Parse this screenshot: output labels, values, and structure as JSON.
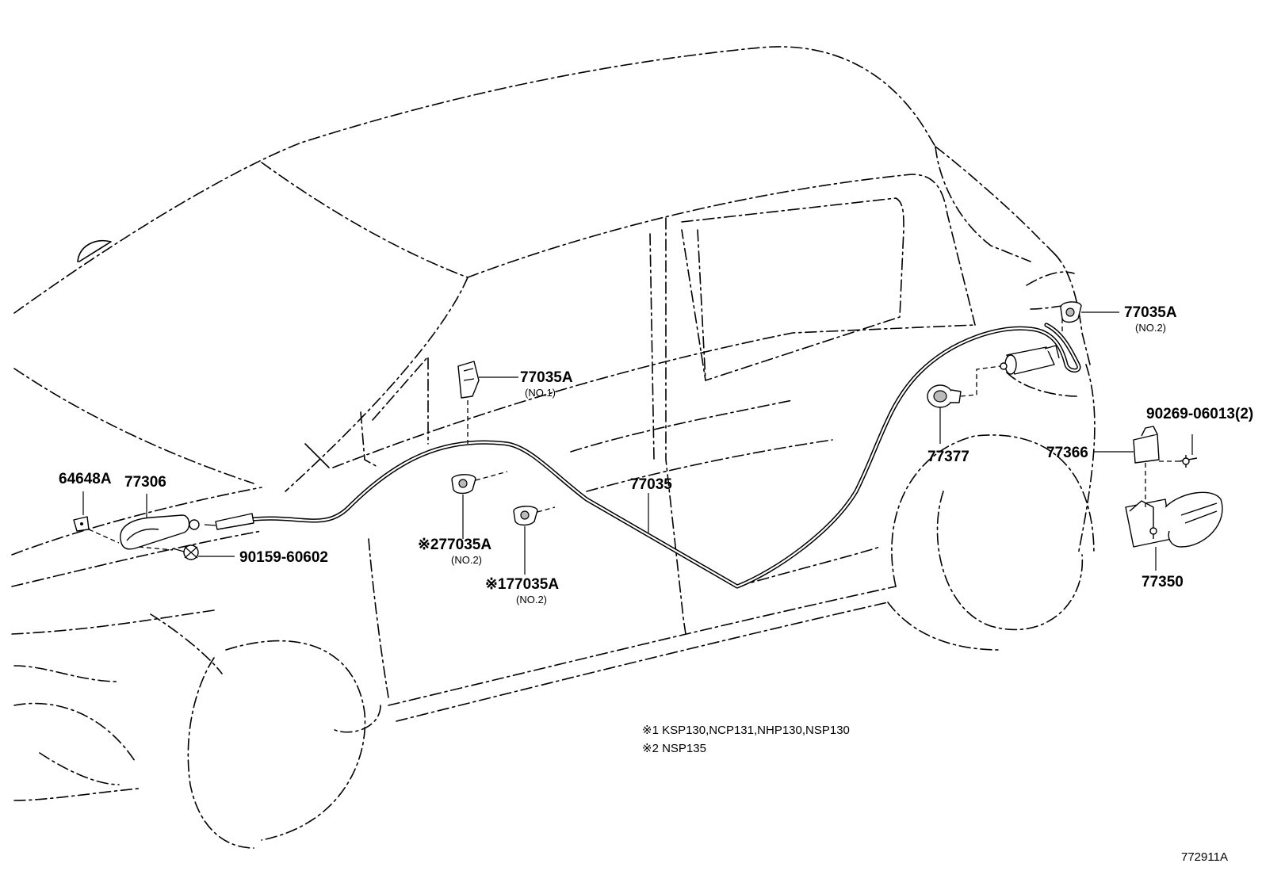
{
  "labels": {
    "p64648a": "64648A",
    "p77306": "77306",
    "p9015960602": "90159-60602",
    "p77035a_no1": "77035A",
    "no1": "(NO.1)",
    "p77035a_s2": "※277035A",
    "no2_s2": "(NO.2)",
    "p77035a_s1": "※177035A",
    "no2_s1": "(NO.2)",
    "p77035": "77035",
    "p77035a_rear": "77035A",
    "no2_rear": "(NO.2)",
    "p77377": "77377",
    "p9026906013": "90269-06013(2)",
    "p77366": "77366",
    "p77350": "77350"
  },
  "notes": {
    "note1": "※1 KSP130,NCP131,NHP130,NSP130",
    "note2": "※2 NSP135"
  },
  "figure_ref": "772911A"
}
